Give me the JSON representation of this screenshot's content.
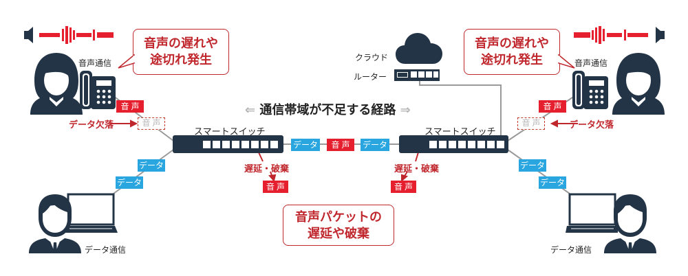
{
  "headline": {
    "left_arrow": "⇐",
    "text": "通信帯域が不足する経路",
    "right_arrow": "⇒"
  },
  "callouts": {
    "left": {
      "line1": "音声の遅れや",
      "line2": "途切れ発生"
    },
    "right": {
      "line1": "音声の遅れや",
      "line2": "途切れ発生"
    },
    "center": {
      "line1": "音声パケットの",
      "line2": "遅延や破棄"
    }
  },
  "nodes": {
    "left_voice_user": {
      "label": "音声通信"
    },
    "right_voice_user": {
      "label": "音声通信"
    },
    "left_data_user": {
      "label": "データ通信"
    },
    "right_data_user": {
      "label": "データ通信"
    },
    "left_switch": {
      "label": "スマートスイッチ"
    },
    "right_switch": {
      "label": "スマートスイッチ"
    },
    "cloud": {
      "label": "クラウド"
    },
    "router": {
      "label": "ルーター"
    }
  },
  "packets": {
    "voice": "音声",
    "data": "データ",
    "lost_voice": "音声"
  },
  "annotations": {
    "data_loss": "データ欠落",
    "delay_discard": "遅延・破棄"
  },
  "colors": {
    "navy": "#233446",
    "voice_red": "#e51f2d",
    "data_blue": "#29a6df",
    "alert_text": "#c0272d",
    "line_gray": "#999999"
  }
}
